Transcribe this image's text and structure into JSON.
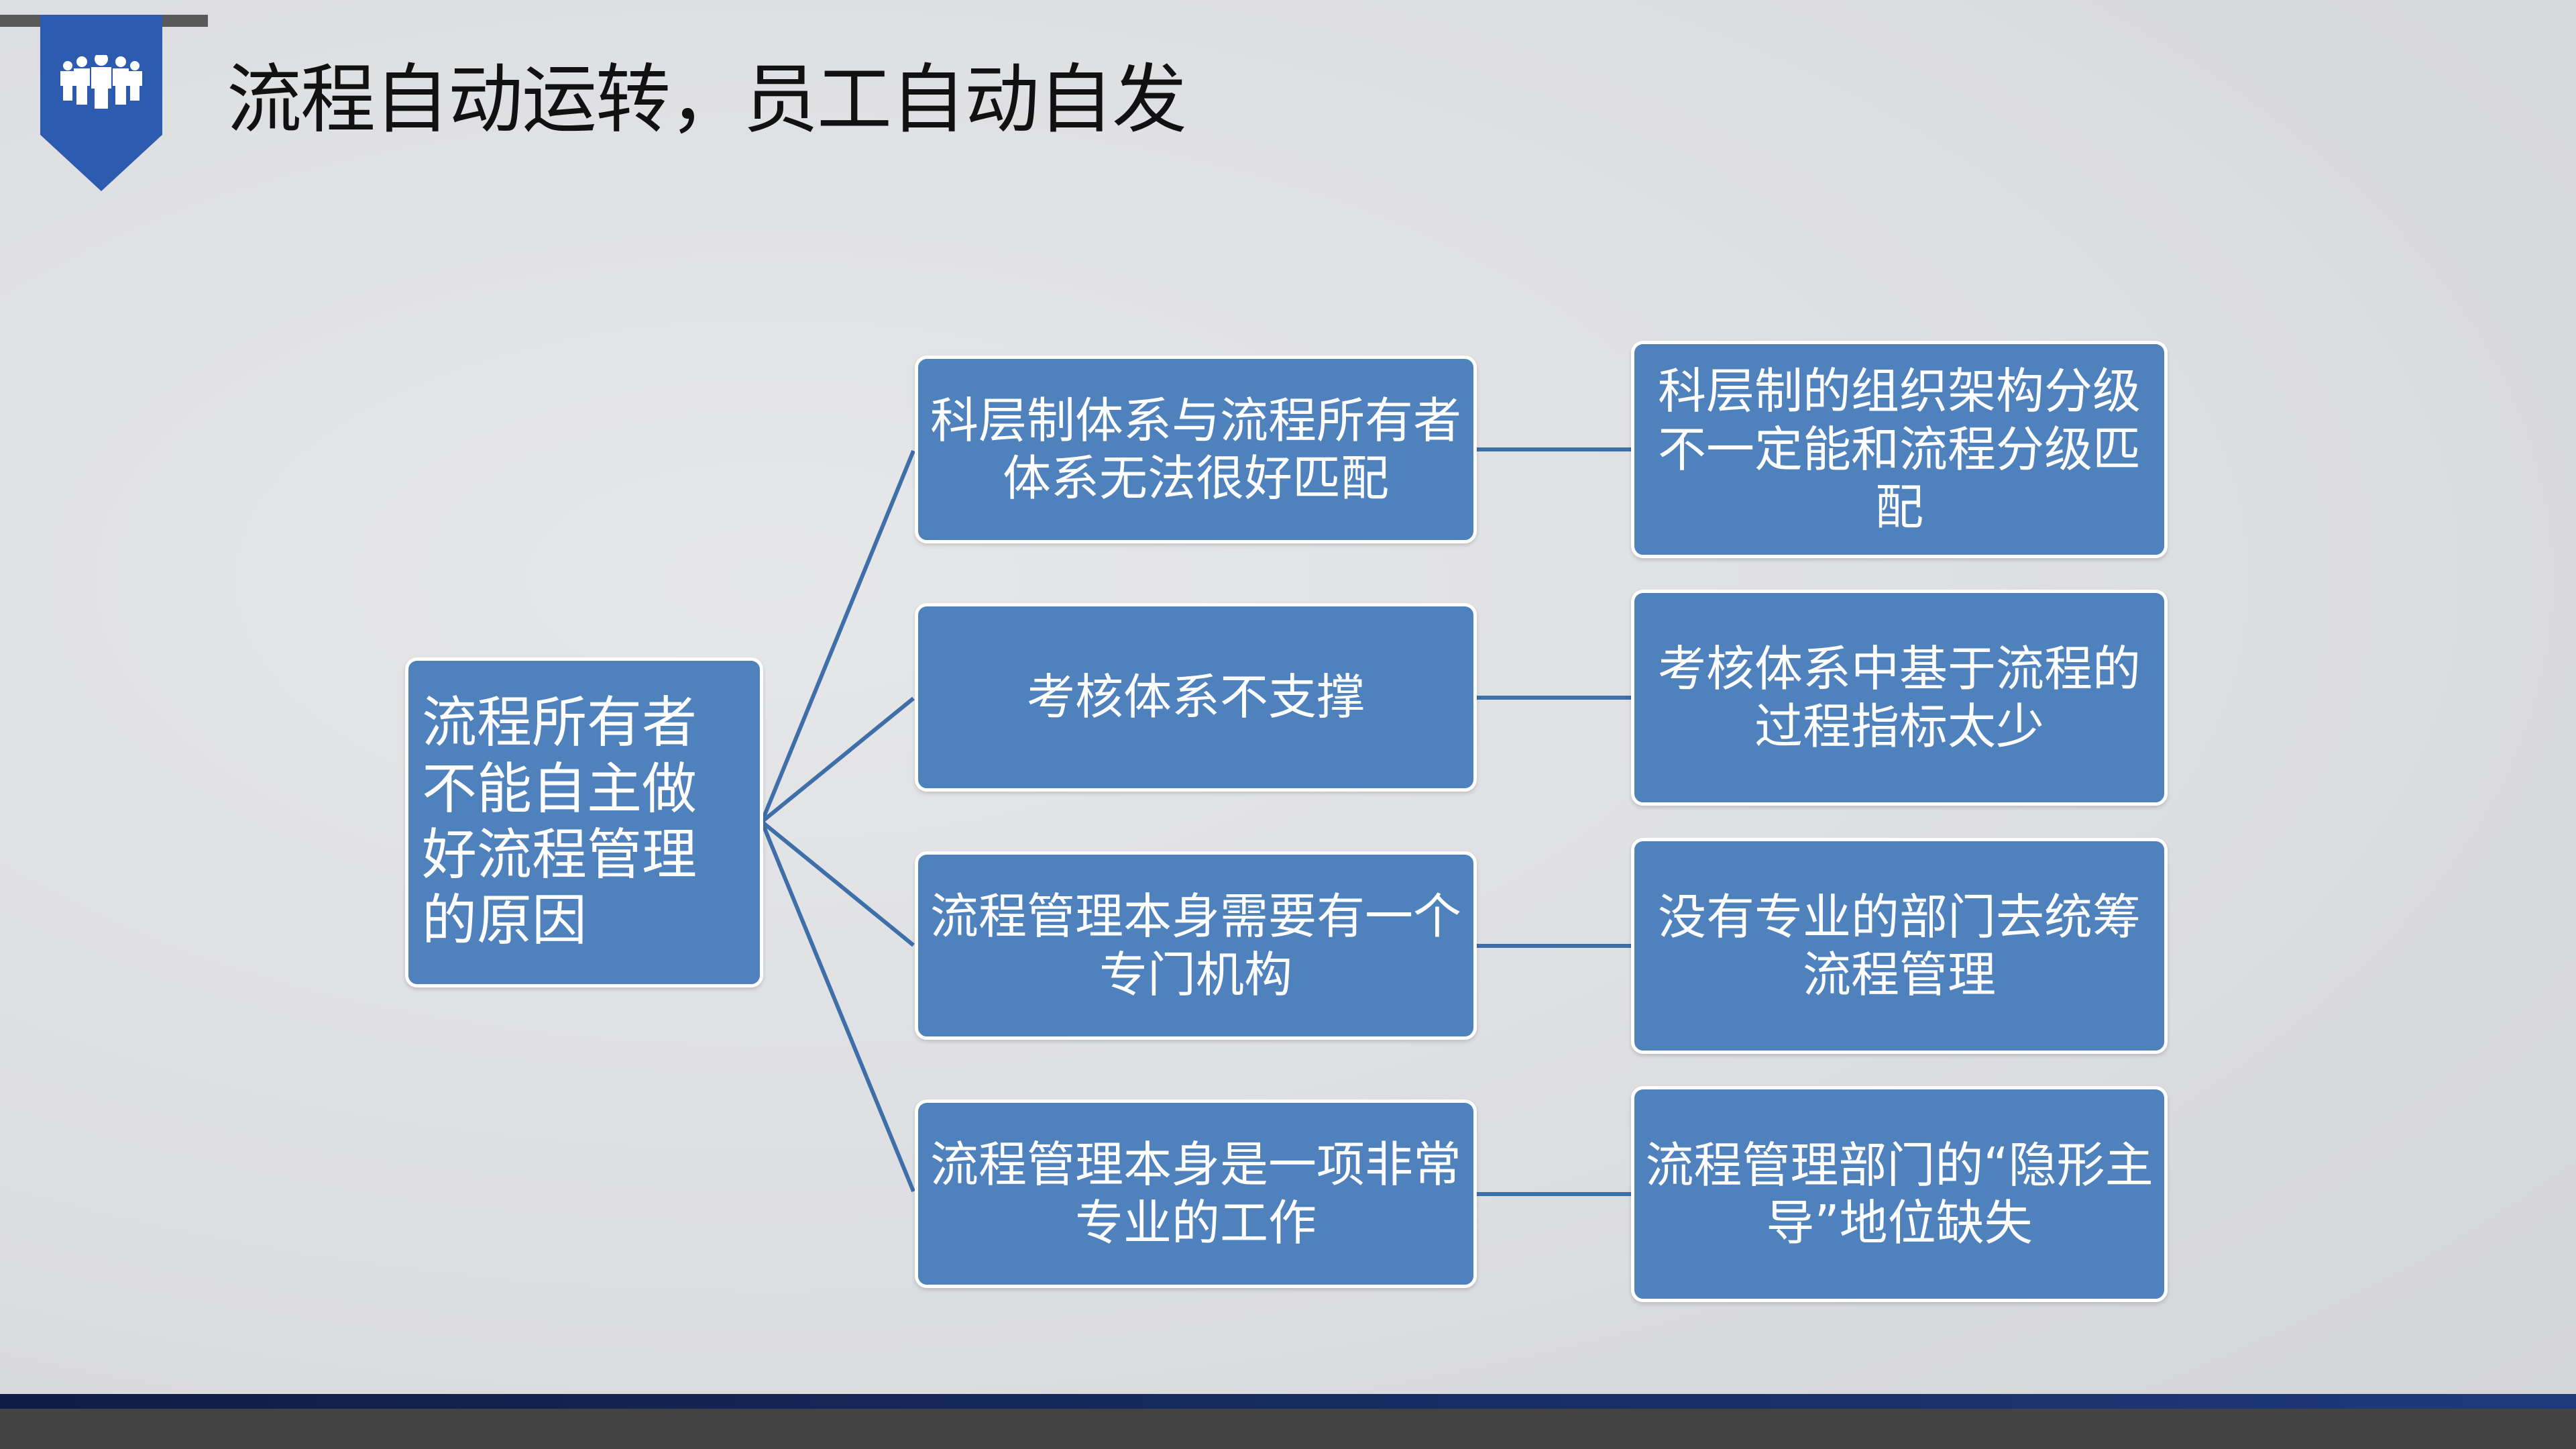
{
  "header": {
    "title": "流程自动运转，员工自动自发",
    "icon": "people-group-icon"
  },
  "diagram": {
    "root": "流程所有者不能自主做好流程管理的原因",
    "causes": [
      {
        "label": "科层制体系与流程所有者体系无法很好匹配",
        "detail": "科层制的组织架构分级不一定能和流程分级匹配"
      },
      {
        "label": "考核体系不支撑",
        "detail": "考核体系中基于流程的过程指标太少"
      },
      {
        "label": "流程管理本身需要有一个专门机构",
        "detail": "没有专业的部门去统筹流程管理"
      },
      {
        "label": "流程管理本身是一项非常专业的工作",
        "detail": "流程管理部门的“隐形主导”地位缺失"
      }
    ]
  },
  "colors": {
    "box": "#4f81bd",
    "line": "#3f6fa8",
    "accent": "#2c5bb0"
  }
}
